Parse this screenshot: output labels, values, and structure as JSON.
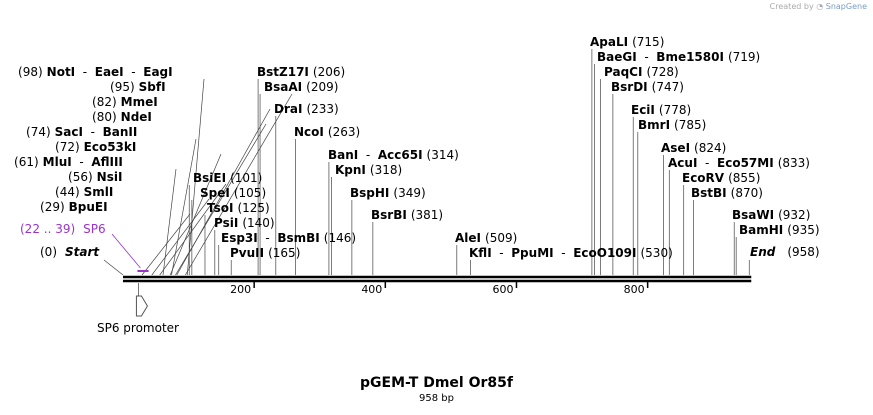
{
  "credit": {
    "prefix": "Created by",
    "brand": "SnapGene"
  },
  "map": {
    "name": "pGEM-T Dmel Or85f",
    "size_label": "958 bp",
    "length": 958,
    "ticks": [
      200,
      400,
      600,
      800
    ]
  },
  "sites": [
    {
      "names": [
        "NotI",
        "EaeI",
        "EagI"
      ],
      "pos": "98"
    },
    {
      "names": [
        "SbfI"
      ],
      "pos": "95"
    },
    {
      "names": [
        "MmeI"
      ],
      "pos": "82"
    },
    {
      "names": [
        "NdeI"
      ],
      "pos": "80"
    },
    {
      "names": [
        "SacI",
        "BanII"
      ],
      "pos": "74"
    },
    {
      "names": [
        "Eco53kI"
      ],
      "pos": "72"
    },
    {
      "names": [
        "MluI",
        "AflIII"
      ],
      "pos": "61"
    },
    {
      "names": [
        "NsiI"
      ],
      "pos": "56"
    },
    {
      "names": [
        "SmlI"
      ],
      "pos": "44"
    },
    {
      "names": [
        "BpuEI"
      ],
      "pos": "29"
    },
    {
      "names": [
        "BstZ17I"
      ],
      "pos": "206"
    },
    {
      "names": [
        "BsaAI"
      ],
      "pos": "209"
    },
    {
      "names": [
        "DraI"
      ],
      "pos": "233"
    },
    {
      "names": [
        "NcoI"
      ],
      "pos": "263"
    },
    {
      "names": [
        "BsiEI"
      ],
      "pos": "101"
    },
    {
      "names": [
        "SpeI"
      ],
      "pos": "105"
    },
    {
      "names": [
        "TsoI"
      ],
      "pos": "125"
    },
    {
      "names": [
        "PsiI"
      ],
      "pos": "140"
    },
    {
      "names": [
        "Esp3I",
        "BsmBI"
      ],
      "pos": "146"
    },
    {
      "names": [
        "PvuII"
      ],
      "pos": "165"
    },
    {
      "names": [
        "BanI",
        "Acc65I"
      ],
      "pos": "314"
    },
    {
      "names": [
        "KpnI"
      ],
      "pos": "318"
    },
    {
      "names": [
        "BspHI"
      ],
      "pos": "349"
    },
    {
      "names": [
        "BsrBI"
      ],
      "pos": "381"
    },
    {
      "names": [
        "AleI"
      ],
      "pos": "509"
    },
    {
      "names": [
        "KflI",
        "PpuMI",
        "EcoO109I"
      ],
      "pos": "530"
    },
    {
      "names": [
        "ApaLI"
      ],
      "pos": "715"
    },
    {
      "names": [
        "BaeGI",
        "Bme1580I"
      ],
      "pos": "719"
    },
    {
      "names": [
        "PaqCI"
      ],
      "pos": "728"
    },
    {
      "names": [
        "BsrDI"
      ],
      "pos": "747"
    },
    {
      "names": [
        "EciI"
      ],
      "pos": "778"
    },
    {
      "names": [
        "BmrI"
      ],
      "pos": "785"
    },
    {
      "names": [
        "AseI"
      ],
      "pos": "824"
    },
    {
      "names": [
        "AcuI",
        "Eco57MI"
      ],
      "pos": "833"
    },
    {
      "names": [
        "EcoRV"
      ],
      "pos": "855"
    },
    {
      "names": [
        "BstBI"
      ],
      "pos": "870"
    },
    {
      "names": [
        "BsaWI"
      ],
      "pos": "932"
    },
    {
      "names": [
        "BamHI"
      ],
      "pos": "935"
    }
  ],
  "primer": {
    "range": "22 .. 39",
    "name": "SP6"
  },
  "start": {
    "pos": "0",
    "name": "Start"
  },
  "end": {
    "name": "End",
    "pos": "958"
  },
  "feature": {
    "name": "SP6 promoter"
  },
  "colors": {
    "backbone": "#000000",
    "primer": "#9933cc",
    "leader": "#444444"
  }
}
